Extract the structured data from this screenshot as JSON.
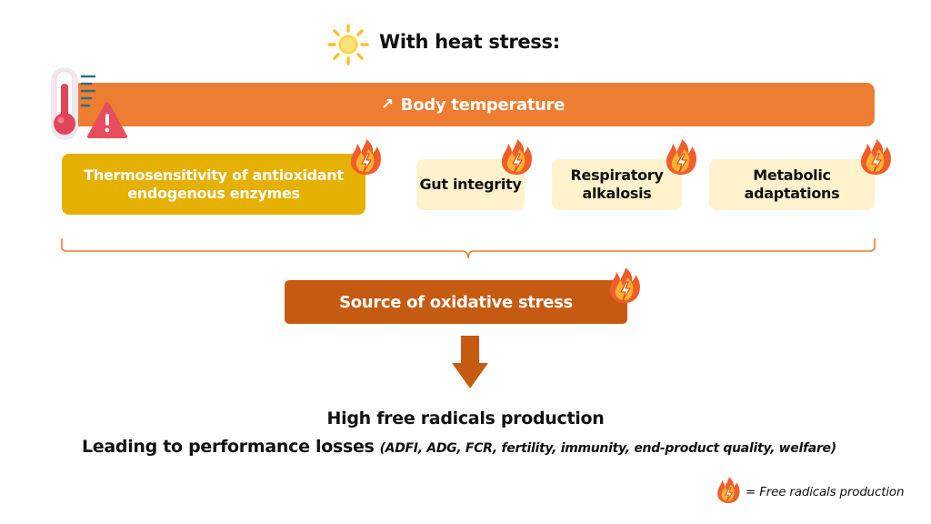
{
  "header": {
    "title": "With heat stress:",
    "icon": "sun-icon",
    "thermometer_icon": "thermometer-warning-icon"
  },
  "body_temperature": {
    "arrow": "↗",
    "label": "Body temperature",
    "color": "#ED7D31"
  },
  "factors": [
    {
      "label": "Thermosensitivity of antioxidant endogenous enzymes",
      "color": "#E6B000",
      "text_color": "#FFFFFF"
    },
    {
      "label": "Gut integrity",
      "color": "#FFF2CC"
    },
    {
      "label": "Respiratory alkalosis",
      "color": "#FFF2CC"
    },
    {
      "label": "Metabolic adaptations",
      "color": "#FFF2CC"
    }
  ],
  "source": {
    "label": "Source of oxidative stress",
    "color": "#C55A11"
  },
  "outcome": {
    "line1": "High free radicals production",
    "line2_main": "Leading to performance losses",
    "line2_detail": "(ADFI, ADG, FCR, fertility, immunity, end-product quality, welfare)"
  },
  "legend": {
    "icon": "flame-icon",
    "text": "= Free radicals production"
  }
}
